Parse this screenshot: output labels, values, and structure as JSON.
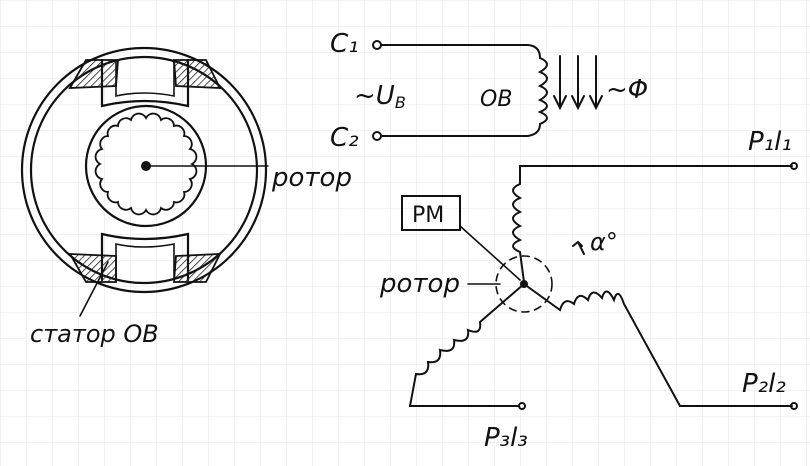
{
  "colors": {
    "paper": "#ffffff",
    "grid": "#dfe3e8",
    "ink": "#111111",
    "hatch": "#222222"
  },
  "labels": {
    "c1": "C₁",
    "c2": "C₂",
    "voltage": "~U",
    "voltage_sub": "B",
    "ov_winding": "OB",
    "flux": "~Φ",
    "rotor_left": "ротор",
    "rotor_center": "ротор",
    "stator": "статор OB",
    "rm_box": "PM",
    "angle": "α°",
    "p1l1": "P₁l₁",
    "p2l2": "P₂l₂",
    "p3l3": "P₃l₃"
  }
}
